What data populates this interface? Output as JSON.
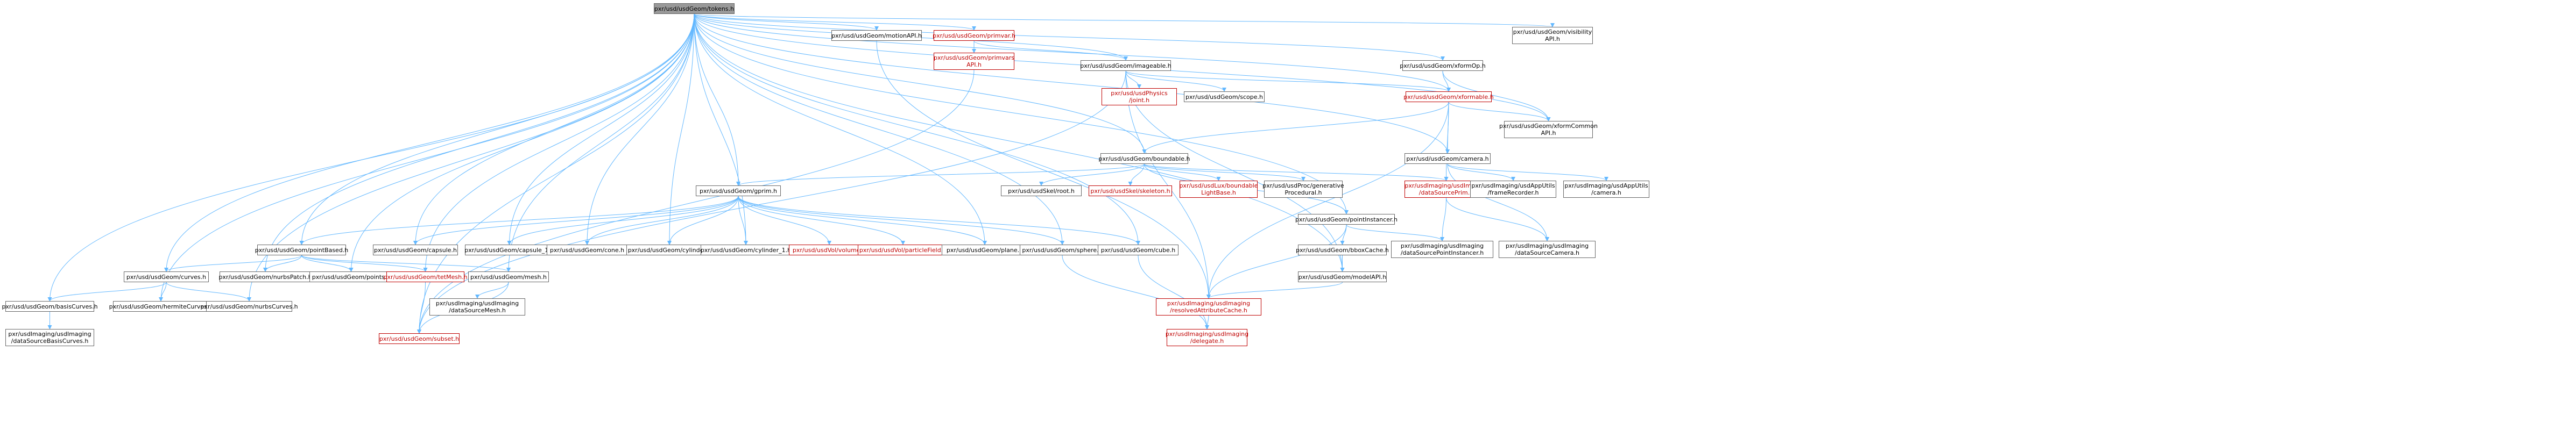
{
  "root": "pxr/usd/usdGeom/tokens.h",
  "nodes": {
    "n_root": {
      "label": "pxr/usd/usdGeom/tokens.h",
      "red": false
    },
    "n_motionapi": {
      "label": "pxr/usd/usdGeom/motionAPI.h",
      "red": false
    },
    "n_primvar": {
      "label": "pxr/usd/usdGeom/primvar.h",
      "red": true
    },
    "n_primvarsapi": {
      "label": "pxr/usd/usdGeom/primvars API.h",
      "red": true
    },
    "n_imageable": {
      "label": "pxr/usd/usdGeom/imageable.h",
      "red": false
    },
    "n_xformop": {
      "label": "pxr/usd/usdGeom/xformOp.h",
      "red": false
    },
    "n_visibility": {
      "label": "pxr/usd/usdGeom/visibility API.h",
      "red": false
    },
    "n_physjoint": {
      "label": "pxr/usd/usdPhysics /joint.h",
      "red": true
    },
    "n_scope": {
      "label": "pxr/usd/usdGeom/scope.h",
      "red": false
    },
    "n_xformable": {
      "label": "pxr/usd/usdGeom/xformable.h",
      "red": true
    },
    "n_xformcommon": {
      "label": "pxr/usd/usdGeom/xformCommon API.h",
      "red": false
    },
    "n_boundable": {
      "label": "pxr/usd/usdGeom/boundable.h",
      "red": false
    },
    "n_camera": {
      "label": "pxr/usd/usdGeom/camera.h",
      "red": false
    },
    "n_gprim": {
      "label": "pxr/usd/usdGeom/gprim.h",
      "red": false
    },
    "n_skelroot": {
      "label": "pxr/usd/usdSkel/root.h",
      "red": false
    },
    "n_skeleton": {
      "label": "pxr/usd/usdSkel/skeleton.h",
      "red": true
    },
    "n_boundlight": {
      "label": "pxr/usd/usdLux/boundable LightBase.h",
      "red": true
    },
    "n_genproc": {
      "label": "pxr/usd/usdProc/generative Procedural.h",
      "red": false
    },
    "n_dsprim": {
      "label": "pxr/usdImaging/usdImaging /dataSourcePrim.h",
      "red": true
    },
    "n_ptinstancer": {
      "label": "pxr/usd/usdGeom/pointInstancer.h",
      "red": false
    },
    "n_framerec": {
      "label": "pxr/usdImaging/usdAppUtils /frameRecorder.h",
      "red": false
    },
    "n_appcamera": {
      "label": "pxr/usdImaging/usdAppUtils /camera.h",
      "red": false
    },
    "n_pointbased": {
      "label": "pxr/usd/usdGeom/pointBased.h",
      "red": false
    },
    "n_capsule": {
      "label": "pxr/usd/usdGeom/capsule.h",
      "red": false
    },
    "n_capsule1": {
      "label": "pxr/usd/usdGeom/capsule_1.h",
      "red": false
    },
    "n_cone": {
      "label": "pxr/usd/usdGeom/cone.h",
      "red": false
    },
    "n_cylinder": {
      "label": "pxr/usd/usdGeom/cylinder.h",
      "red": false
    },
    "n_cylinder1": {
      "label": "pxr/usd/usdGeom/cylinder_1.h",
      "red": false
    },
    "n_volvolume": {
      "label": "pxr/usd/usdVol/volume.h",
      "red": true
    },
    "n_volfield": {
      "label": "pxr/usd/usdVol/particleField.h",
      "red": true
    },
    "n_plane": {
      "label": "pxr/usd/usdGeom/plane.h",
      "red": false
    },
    "n_sphere": {
      "label": "pxr/usd/usdGeom/sphere.h",
      "red": false
    },
    "n_cube": {
      "label": "pxr/usd/usdGeom/cube.h",
      "red": false
    },
    "n_bboxcache": {
      "label": "pxr/usd/usdGeom/bboxCache.h",
      "red": false
    },
    "n_dsptinst": {
      "label": "pxr/usdImaging/usdImaging /dataSourcePointInstancer.h",
      "red": false
    },
    "n_dscamera": {
      "label": "pxr/usdImaging/usdImaging /dataSourceCamera.h",
      "red": false
    },
    "n_curves": {
      "label": "pxr/usd/usdGeom/curves.h",
      "red": false
    },
    "n_nurbspatch": {
      "label": "pxr/usd/usdGeom/nurbsPatch.h",
      "red": false
    },
    "n_points": {
      "label": "pxr/usd/usdGeom/points.h",
      "red": false
    },
    "n_tetmesh": {
      "label": "pxr/usd/usdGeom/tetMesh.h",
      "red": true
    },
    "n_mesh": {
      "label": "pxr/usd/usdGeom/mesh.h",
      "red": false
    },
    "n_modelapi": {
      "label": "pxr/usd/usdGeom/modelAPI.h",
      "red": false
    },
    "n_basiscurves": {
      "label": "pxr/usd/usdGeom/basisCurves.h",
      "red": false
    },
    "n_hermite": {
      "label": "pxr/usd/usdGeom/hermiteCurves.h",
      "red": false
    },
    "n_nurbscurves": {
      "label": "pxr/usd/usdGeom/nurbsCurves.h",
      "red": false
    },
    "n_dsmesh": {
      "label": "pxr/usdImaging/usdImaging /dataSourceMesh.h",
      "red": false
    },
    "n_resolved": {
      "label": "pxr/usdImaging/usdImaging /resolvedAttributeCache.h",
      "red": true
    },
    "n_dsbasis": {
      "label": "pxr/usdImaging/usdImaging /dataSourceBasisCurves.h",
      "red": false
    },
    "n_subset": {
      "label": "pxr/usd/usdGeom/subset.h",
      "red": true
    },
    "n_delegate": {
      "label": "pxr/usdImaging/usdImaging /delegate.h",
      "red": true
    }
  },
  "edges": [
    [
      "n_root",
      "n_motionapi"
    ],
    [
      "n_root",
      "n_primvar"
    ],
    [
      "n_root",
      "n_imageable"
    ],
    [
      "n_root",
      "n_xformop"
    ],
    [
      "n_root",
      "n_visibility"
    ],
    [
      "n_root",
      "n_xformable"
    ],
    [
      "n_root",
      "n_xformcommon"
    ],
    [
      "n_root",
      "n_boundable"
    ],
    [
      "n_root",
      "n_camera"
    ],
    [
      "n_root",
      "n_gprim"
    ],
    [
      "n_root",
      "n_ptinstancer"
    ],
    [
      "n_root",
      "n_pointbased"
    ],
    [
      "n_root",
      "n_capsule"
    ],
    [
      "n_root",
      "n_capsule1"
    ],
    [
      "n_root",
      "n_cone"
    ],
    [
      "n_root",
      "n_cylinder"
    ],
    [
      "n_root",
      "n_cylinder1"
    ],
    [
      "n_root",
      "n_plane"
    ],
    [
      "n_root",
      "n_sphere"
    ],
    [
      "n_root",
      "n_cube"
    ],
    [
      "n_root",
      "n_curves"
    ],
    [
      "n_root",
      "n_nurbspatch"
    ],
    [
      "n_root",
      "n_points"
    ],
    [
      "n_root",
      "n_tetmesh"
    ],
    [
      "n_root",
      "n_mesh"
    ],
    [
      "n_root",
      "n_modelapi"
    ],
    [
      "n_root",
      "n_basiscurves"
    ],
    [
      "n_root",
      "n_hermite"
    ],
    [
      "n_root",
      "n_nurbscurves"
    ],
    [
      "n_root",
      "n_subset"
    ],
    [
      "n_motionapi",
      "n_resolved"
    ],
    [
      "n_primvar",
      "n_primvarsapi"
    ],
    [
      "n_primvar",
      "n_imageable"
    ],
    [
      "n_primvarsapi",
      "n_subset"
    ],
    [
      "n_imageable",
      "n_physjoint"
    ],
    [
      "n_imageable",
      "n_scope"
    ],
    [
      "n_imageable",
      "n_xformable"
    ],
    [
      "n_imageable",
      "n_modelapi"
    ],
    [
      "n_imageable",
      "n_resolved"
    ],
    [
      "n_imageable",
      "n_subset"
    ],
    [
      "n_xformop",
      "n_xformable"
    ],
    [
      "n_xformop",
      "n_xformcommon"
    ],
    [
      "n_xformable",
      "n_xformcommon"
    ],
    [
      "n_xformable",
      "n_boundable"
    ],
    [
      "n_xformable",
      "n_camera"
    ],
    [
      "n_xformable",
      "n_dsprim"
    ],
    [
      "n_xformable",
      "n_resolved"
    ],
    [
      "n_boundable",
      "n_gprim"
    ],
    [
      "n_boundable",
      "n_skelroot"
    ],
    [
      "n_boundable",
      "n_skeleton"
    ],
    [
      "n_boundable",
      "n_boundlight"
    ],
    [
      "n_boundable",
      "n_genproc"
    ],
    [
      "n_boundable",
      "n_dsprim"
    ],
    [
      "n_boundable",
      "n_ptinstancer"
    ],
    [
      "n_camera",
      "n_framerec"
    ],
    [
      "n_camera",
      "n_appcamera"
    ],
    [
      "n_camera",
      "n_dscamera"
    ],
    [
      "n_gprim",
      "n_pointbased"
    ],
    [
      "n_gprim",
      "n_capsule"
    ],
    [
      "n_gprim",
      "n_capsule1"
    ],
    [
      "n_gprim",
      "n_cone"
    ],
    [
      "n_gprim",
      "n_cylinder"
    ],
    [
      "n_gprim",
      "n_cylinder1"
    ],
    [
      "n_gprim",
      "n_volvolume"
    ],
    [
      "n_gprim",
      "n_volfield"
    ],
    [
      "n_gprim",
      "n_plane"
    ],
    [
      "n_gprim",
      "n_sphere"
    ],
    [
      "n_gprim",
      "n_cube"
    ],
    [
      "n_dsprim",
      "n_dsptinst"
    ],
    [
      "n_dsprim",
      "n_dscamera"
    ],
    [
      "n_ptinstancer",
      "n_bboxcache"
    ],
    [
      "n_ptinstancer",
      "n_dsptinst"
    ],
    [
      "n_ptinstancer",
      "n_resolved"
    ],
    [
      "n_bboxcache",
      "n_modelapi"
    ],
    [
      "n_modelapi",
      "n_resolved"
    ],
    [
      "n_pointbased",
      "n_curves"
    ],
    [
      "n_pointbased",
      "n_nurbspatch"
    ],
    [
      "n_pointbased",
      "n_points"
    ],
    [
      "n_pointbased",
      "n_tetmesh"
    ],
    [
      "n_pointbased",
      "n_mesh"
    ],
    [
      "n_curves",
      "n_basiscurves"
    ],
    [
      "n_curves",
      "n_hermite"
    ],
    [
      "n_curves",
      "n_nurbscurves"
    ],
    [
      "n_mesh",
      "n_dsmesh"
    ],
    [
      "n_mesh",
      "n_subset"
    ],
    [
      "n_tetmesh",
      "n_subset"
    ],
    [
      "n_basiscurves",
      "n_dsbasis"
    ],
    [
      "n_sphere",
      "n_delegate"
    ],
    [
      "n_cube",
      "n_delegate"
    ],
    [
      "n_resolved",
      "n_delegate"
    ]
  ]
}
